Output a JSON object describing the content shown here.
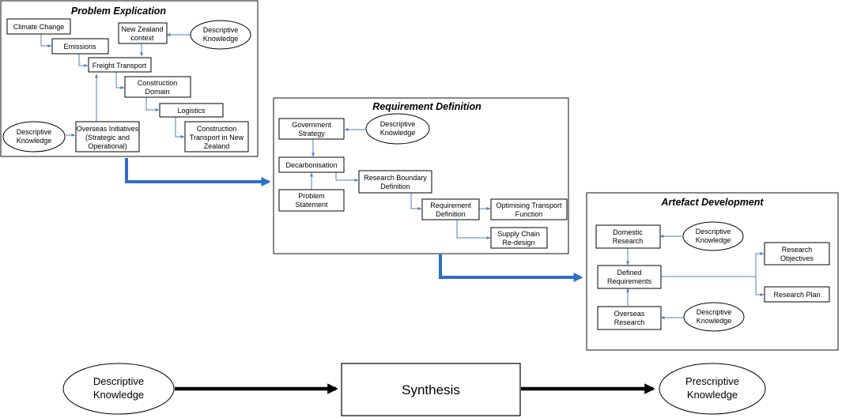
{
  "panels": {
    "problem_explication": {
      "title": "Problem  Explication",
      "nodes": {
        "climate_change": "Climate Change",
        "emissions": "Emissions",
        "freight_transport": "Freight Transport",
        "new_zealand_context": [
          "New Zealand",
          "context"
        ],
        "descriptive_knowledge_top": [
          "Descriptive",
          "Knowledge"
        ],
        "construction_domain": [
          "Construction",
          "Domain"
        ],
        "logistics": "Logistics",
        "construction_transport_nz": [
          "Construction",
          "Transport in New",
          "Zealand"
        ],
        "overseas_initiatives": [
          "Overseas Initiatives",
          "(Strategic and",
          "Operational)"
        ],
        "descriptive_knowledge_left": [
          "Descriptive",
          "Knowledge"
        ]
      }
    },
    "requirement_definition": {
      "title": "Requirement  Definition",
      "nodes": {
        "government_strategy": [
          "Government",
          "Strategy"
        ],
        "descriptive_knowledge": [
          "Descriptive",
          "Knowledge"
        ],
        "decarbonisation": "Decarbonisation",
        "research_boundary_definition": [
          "Research Boundary",
          "Definition"
        ],
        "problem_statement": [
          "Problem",
          "Statement"
        ],
        "requirement_definition": [
          "Requirement",
          "Definition"
        ],
        "optimising_transport_function": [
          "Optimising Transport",
          "Function"
        ],
        "supply_chain_redesign": [
          "Supply Chain",
          "Re-design"
        ]
      }
    },
    "artefact_development": {
      "title": "Artefact  Development",
      "nodes": {
        "domestic_research": [
          "Domestic",
          "Research"
        ],
        "descriptive_knowledge_top": [
          "Descriptive",
          "Knowledge"
        ],
        "research_objectives": [
          "Research",
          "Objectives"
        ],
        "defined_requirements": [
          "Defined",
          "Requirements"
        ],
        "research_plan": "Research Plan",
        "overseas_research": [
          "Overseas",
          "Research"
        ],
        "descriptive_knowledge_bottom": [
          "Descriptive",
          "Knowledge"
        ]
      }
    }
  },
  "bottom_flow": {
    "input": [
      "Descriptive",
      "Knowledge"
    ],
    "process": "Synthesis",
    "output": [
      "Prescriptive",
      "Knowledge"
    ]
  },
  "colors": {
    "connector": "#4f7fc0",
    "flow_arrow": "#2e6fc4",
    "main_arrow": "#000000"
  }
}
